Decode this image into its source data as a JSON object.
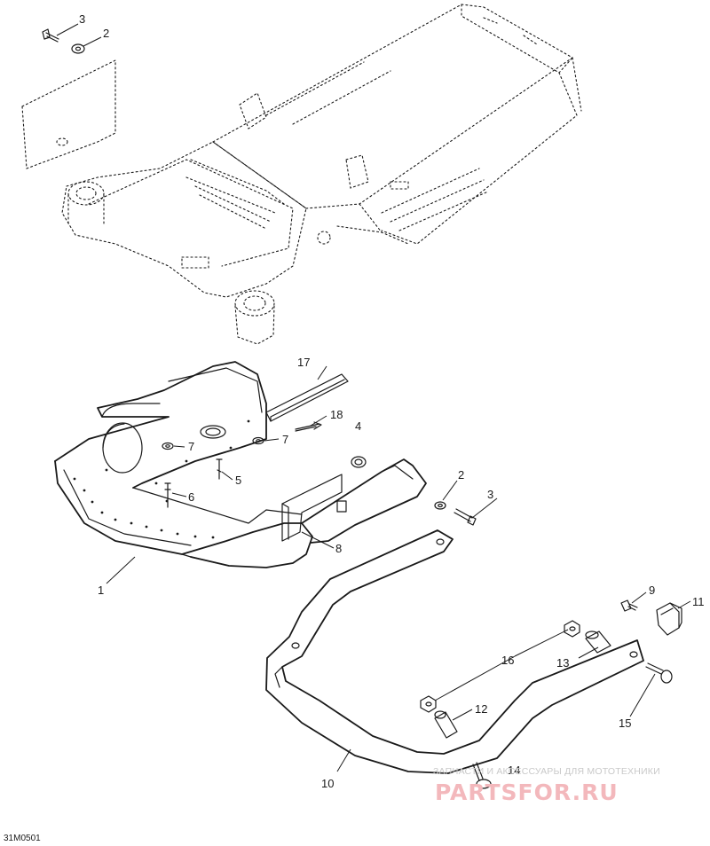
{
  "callouts": {
    "c1": "1",
    "c2a": "2",
    "c2b": "2",
    "c3a": "3",
    "c3b": "3",
    "c4": "4",
    "c5": "5",
    "c6": "6",
    "c7a": "7",
    "c7b": "7",
    "c8": "8",
    "c9": "9",
    "c10": "10",
    "c11": "11",
    "c12": "12",
    "c13": "13",
    "c14": "14",
    "c15": "15",
    "c16": "16",
    "c17": "17",
    "c18": "18"
  },
  "figure_code": "31M0501",
  "watermark": {
    "tagline": "ЗАПЧАСТИ И АКСЕССУАРЫ ДЛЯ МОТОТЕХНИКИ",
    "logo": "PARTSFOR.RU"
  },
  "colors": {
    "line": "#1a1a1a",
    "background": "#ffffff",
    "watermark_logo": "#f3b8bc",
    "watermark_text": "#c9c9c9"
  }
}
